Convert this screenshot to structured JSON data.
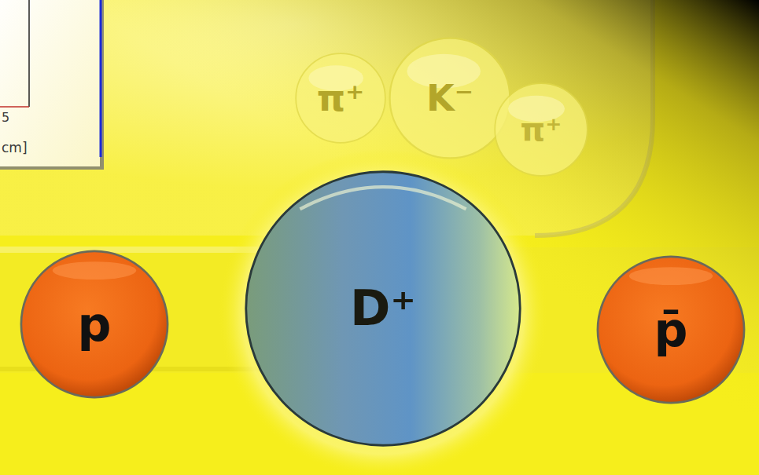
{
  "diagram": {
    "nodes": [
      {
        "text": [
          "π⁺"
        ]
      },
      {
        "text": [
          "K⁻"
        ]
      },
      {
        "text": [
          "π⁺"
        ]
      },
      {
        "text": [
          "p"
        ]
      },
      {
        "text": [
          "D⁺"
        ]
      },
      {
        "text": [
          "p̄"
        ]
      }
    ],
    "labels": [
      "5",
      "cm]"
    ]
  }
}
